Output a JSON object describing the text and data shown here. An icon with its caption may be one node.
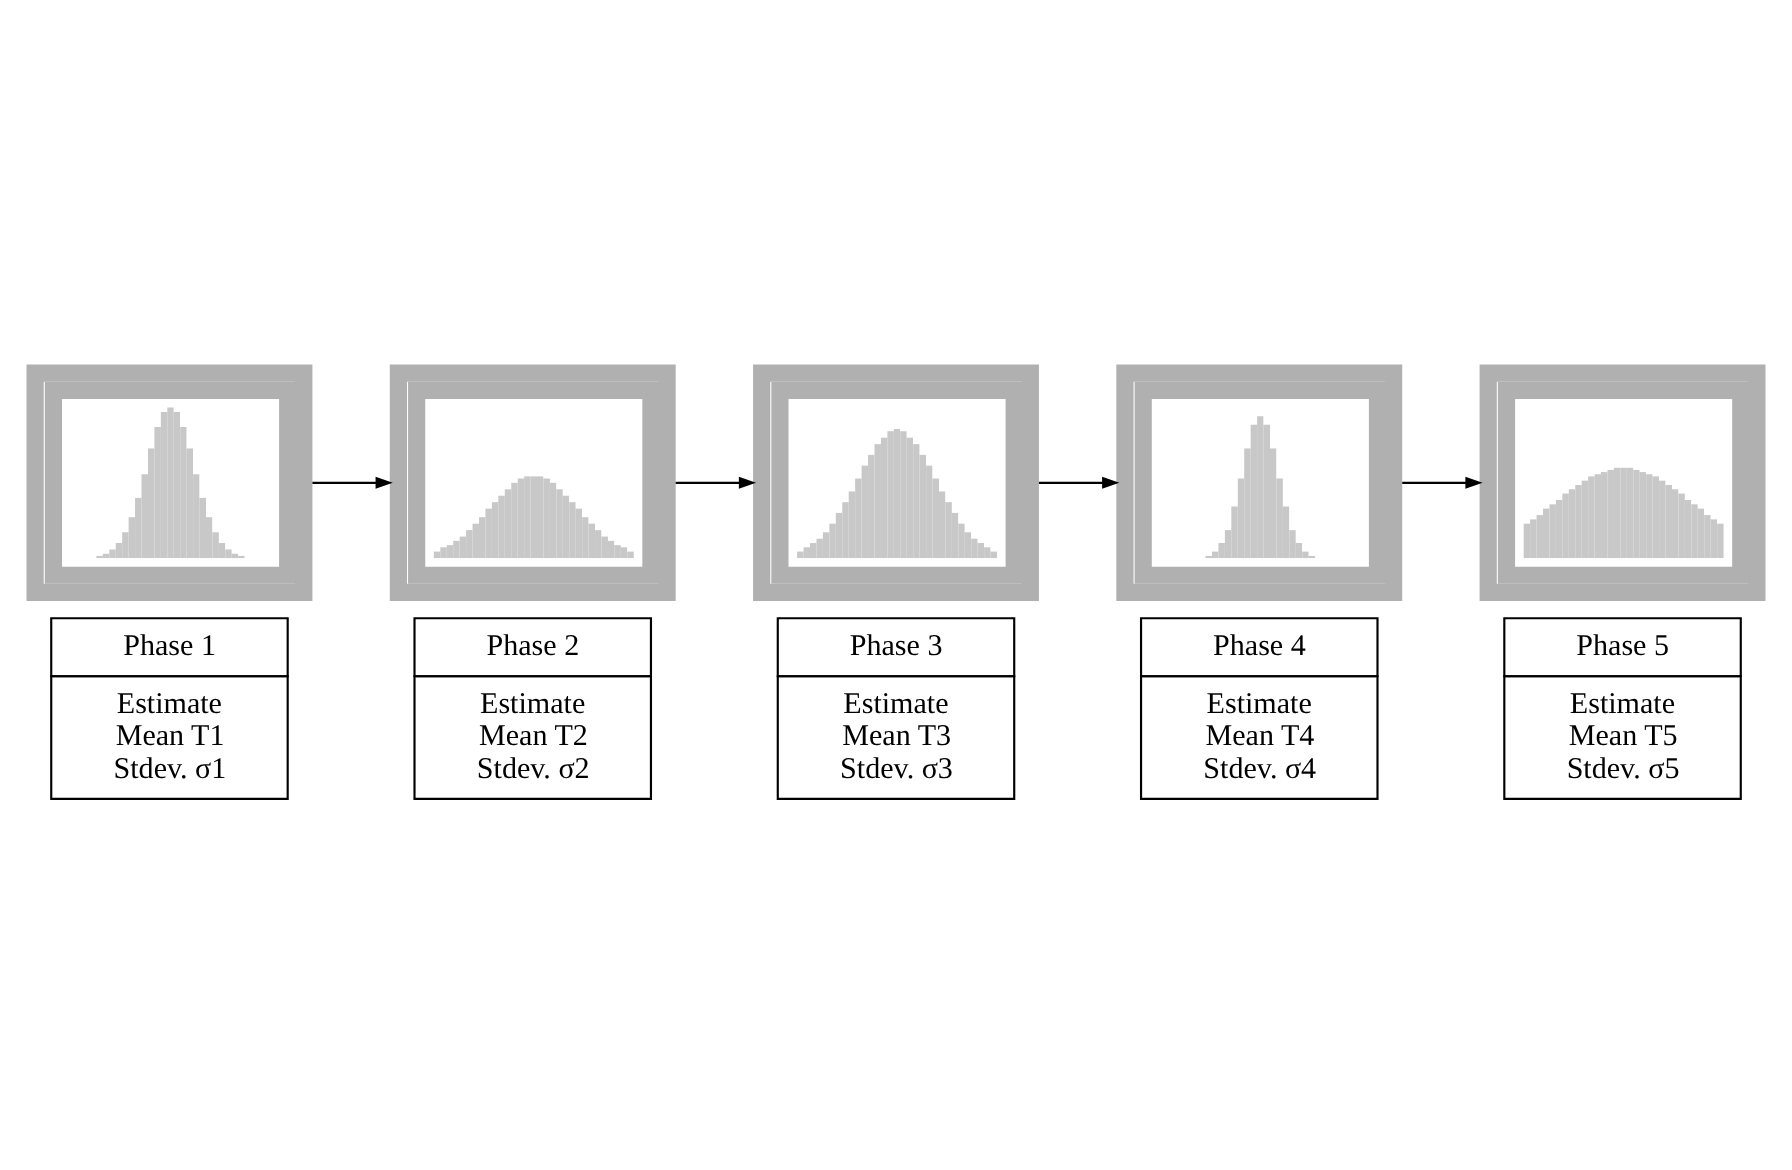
{
  "diagram": {
    "nodes": [
      {
        "text": [],
        "shape": "picture"
      },
      {
        "text": [
          "Phase 1",
          "Estimate Mean T1 Stdev. σ1"
        ]
      },
      {
        "text": [],
        "shape": "picture"
      },
      {
        "text": [
          "Phase 2",
          "Estimate Mean T2 Stdev. σ2"
        ]
      },
      {
        "text": [],
        "shape": "picture"
      },
      {
        "text": [
          "Phase 3",
          "Estimate Mean T3 Stdev. σ3"
        ]
      },
      {
        "text": [],
        "shape": "picture"
      },
      {
        "text": [
          "Phase 4",
          "Estimate Mean T4 Stdev. σ4"
        ]
      },
      {
        "text": [],
        "shape": "picture"
      },
      {
        "text": [
          "Phase 5",
          "Estimate Mean T5 Stdev. σ5"
        ]
      }
    ],
    "edges": [
      {
        "from": 0,
        "to": 2,
        "arrow": "to"
      },
      {
        "from": 2,
        "to": 4,
        "arrow": "to"
      },
      {
        "from": 4,
        "to": 6,
        "arrow": "to"
      },
      {
        "from": 6,
        "to": 8,
        "arrow": "to"
      }
    ]
  }
}
